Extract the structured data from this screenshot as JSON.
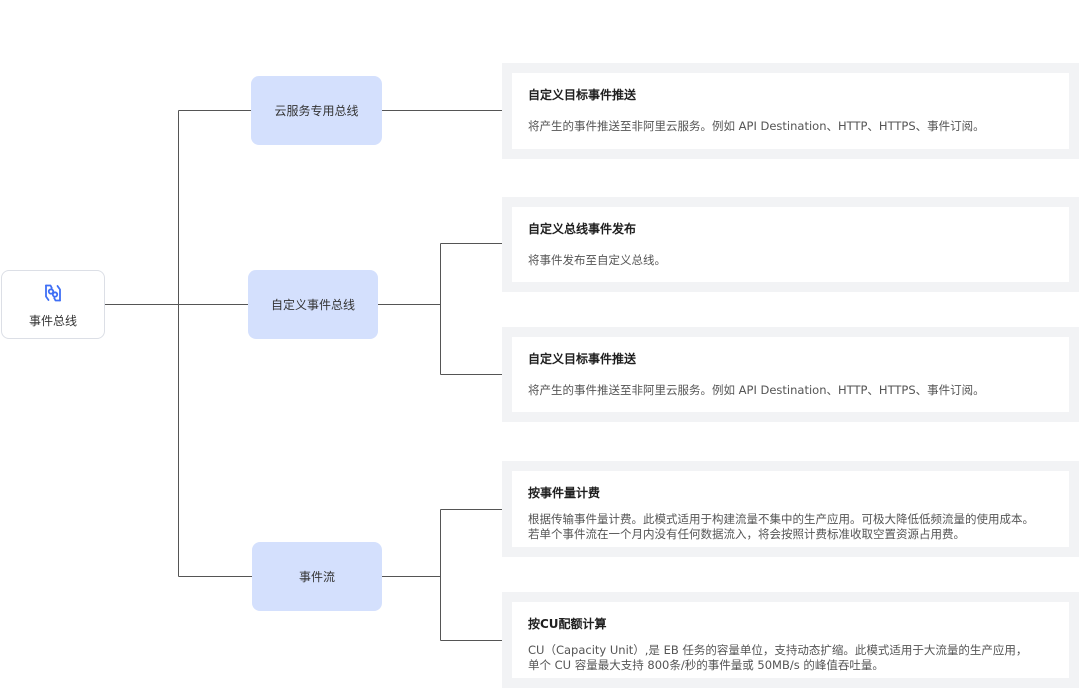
{
  "root": {
    "label": "事件总线",
    "icon": "event-bus-icon",
    "accent": "#3f6ff5"
  },
  "categories": [
    {
      "label": "云服务专用总线"
    },
    {
      "label": "自定义事件总线"
    },
    {
      "label": "事件流"
    }
  ],
  "cards": [
    {
      "title": "自定义目标事件推送",
      "desc": [
        "将产生的事件推送至非阿里云服务。例如 API Destination、HTTP、HTTPS、事件订阅。"
      ]
    },
    {
      "title": "自定义总线事件发布",
      "desc": [
        "将事件发布至自定义总线。"
      ]
    },
    {
      "title": "自定义目标事件推送",
      "desc": [
        "将产生的事件推送至非阿里云服务。例如 API Destination、HTTP、HTTPS、事件订阅。"
      ]
    },
    {
      "title": "按事件量计费",
      "desc": [
        "根据传输事件量计费。此模式适用于构建流量不集中的生产应用。可极大降低低频流量的使用成本。",
        "若单个事件流在一个月内没有任何数据流入，将会按照计费标准收取空置资源占用费。"
      ]
    },
    {
      "title": "按CU配额计算",
      "desc": [
        "CU（Capacity Unit）,是 EB 任务的容量单位，支持动态扩缩。此模式适用于大流量的生产应用，",
        "单个 CU 容量最大支持 800条/秒的事件量或 50MB/s 的峰值吞吐量。"
      ]
    }
  ],
  "colors": {
    "category_fill": "#d4e0fd",
    "card_frame": "#f2f3f5",
    "connector": "#555555"
  }
}
